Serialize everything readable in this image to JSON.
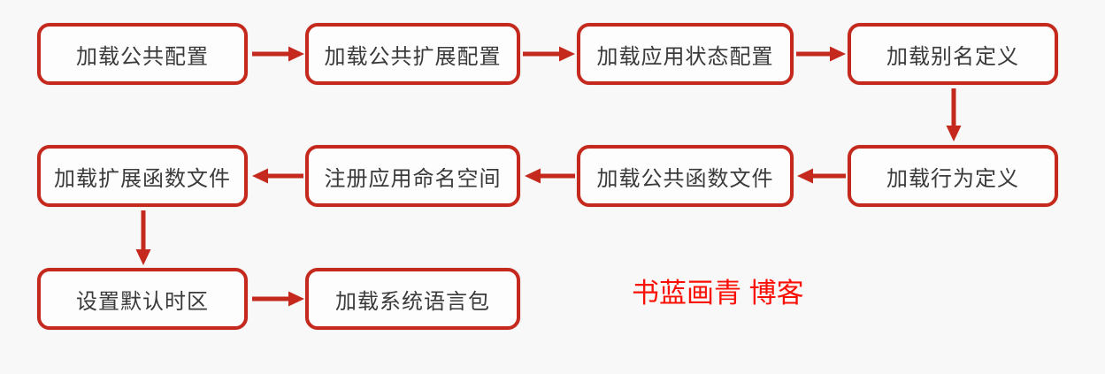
{
  "colors": {
    "background": "#f8f8f8",
    "node_border": "#c5281c",
    "node_fill": "#fdfdfd",
    "node_text": "#3a3a3a",
    "arrow": "#c5281c",
    "watermark": "#fa0f05"
  },
  "nodes": [
    {
      "label": "加载公共配置"
    },
    {
      "label": "加载公共扩展配置"
    },
    {
      "label": "加载应用状态配置"
    },
    {
      "label": "加载别名定义"
    },
    {
      "label": "加载扩展函数文件"
    },
    {
      "label": "注册应用命名空间"
    },
    {
      "label": "加载公共函数文件"
    },
    {
      "label": "加载行为定义"
    },
    {
      "label": "设置默认时区"
    },
    {
      "label": "加载系统语言包"
    }
  ],
  "edges": [
    {
      "from": "加载公共配置",
      "to": "加载公共扩展配置"
    },
    {
      "from": "加载公共扩展配置",
      "to": "加载应用状态配置"
    },
    {
      "from": "加载应用状态配置",
      "to": "加载别名定义"
    },
    {
      "from": "加载别名定义",
      "to": "加载行为定义"
    },
    {
      "from": "加载行为定义",
      "to": "加载公共函数文件"
    },
    {
      "from": "加载公共函数文件",
      "to": "注册应用命名空间"
    },
    {
      "from": "注册应用命名空间",
      "to": "加载扩展函数文件"
    },
    {
      "from": "加载扩展函数文件",
      "to": "设置默认时区"
    },
    {
      "from": "设置默认时区",
      "to": "加载系统语言包"
    }
  ],
  "watermark": {
    "text": "书蓝画青 博客"
  }
}
